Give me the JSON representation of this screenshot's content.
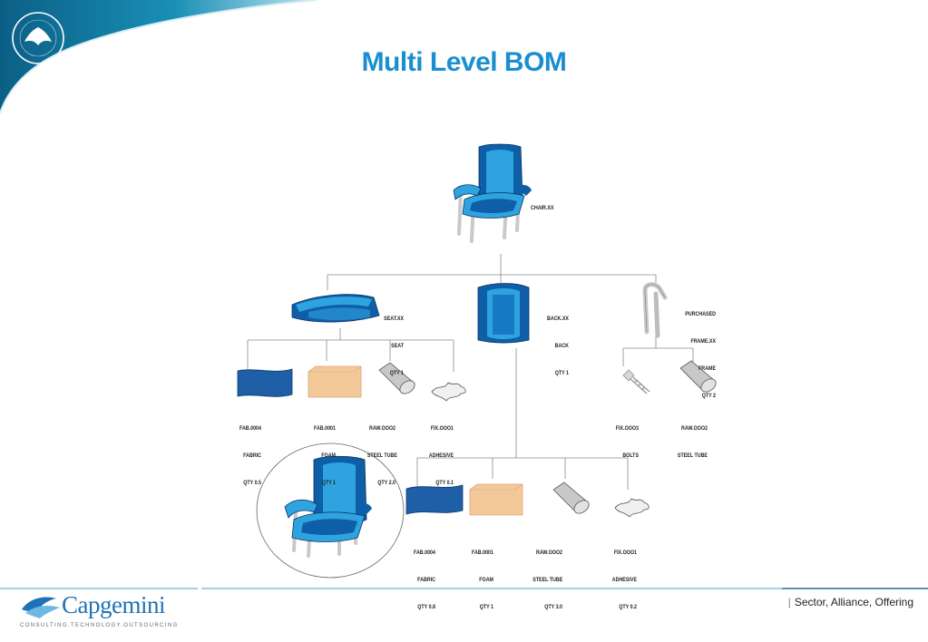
{
  "slide": {
    "title": "Multi Level BOM",
    "footer": {
      "separator": "|",
      "text": "Sector, Alliance, Offering",
      "brand": "Capgemini",
      "tagline": "CONSULTING.TECHNOLOGY.OUTSOURCING"
    }
  },
  "bom": {
    "root": {
      "lines": [
        "CHAIR.XX"
      ]
    },
    "seat": {
      "lines": [
        "SEAT.XX",
        "SEAT",
        "QTY 1"
      ]
    },
    "back": {
      "lines": [
        "BACK.XX",
        "BACK",
        "QTY 1"
      ]
    },
    "frame": {
      "lines": [
        "PURCHASED",
        "FRAME.XX",
        "FRAME",
        "QTY 2"
      ]
    },
    "seat_children": [
      {
        "lines": [
          "FAB.0004",
          "FABRIC",
          "QTY 0.5"
        ]
      },
      {
        "lines": [
          "FAB.0001",
          "FOAM",
          "QTY 1"
        ]
      },
      {
        "lines": [
          "RAW.OOO2",
          "STEEL TUBE",
          "QTY 2.0"
        ]
      },
      {
        "lines": [
          "FIX.OOO1",
          "ADHESIVE",
          "QTY 0.1"
        ]
      }
    ],
    "frame_children": [
      {
        "lines": [
          "FIX.OOO3",
          "BOLTS"
        ]
      },
      {
        "lines": [
          "RAW.OOO2",
          "STEEL TUBE"
        ]
      }
    ],
    "back_children": [
      {
        "lines": [
          "FAB.0004",
          "FABRIC",
          "QTY 0.8"
        ]
      },
      {
        "lines": [
          "FAB.0001",
          "FOAM",
          "QTY 1"
        ]
      },
      {
        "lines": [
          "RAW.OOO2",
          "STEEL TUBE",
          "QTY 3.0"
        ]
      },
      {
        "lines": [
          "FIX.OOO1",
          "ADHESIVE",
          "QTY 0.2"
        ]
      }
    ]
  },
  "colors": {
    "title": "#1a8fd0",
    "fabric": "#1e5fa8",
    "foam": "#f4c99a",
    "steel": "#c8c8c8",
    "chair_dark": "#0f5ea8",
    "chair_light": "#2ea3e0",
    "line": "#8a8a8a"
  }
}
